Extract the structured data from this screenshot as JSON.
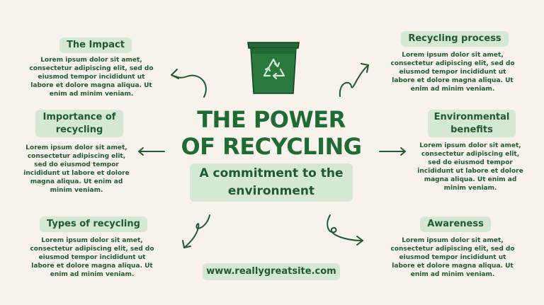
{
  "title_line1": "THE POWER",
  "title_line2": "OF RECYCLING",
  "subtitle": "A commitment to the environment",
  "website": "www.reallygreatsite.com",
  "colors": {
    "background": "#f7f3ec",
    "pill": "#d4e8d4",
    "dark_green": "#1f5a30",
    "title_green": "#1f6b33"
  },
  "icons": {
    "bin": "recycling-bin-icon",
    "arrow": "hand-drawn-arrow-icon"
  },
  "sections": {
    "impact": {
      "heading": "The Impact",
      "text": "Lorem ipsum dolor sit amet, consectetur adipiscing elit, sed do eiusmod tempor incididunt ut labore et dolore magna aliqua. Ut enim ad minim veniam."
    },
    "importance": {
      "heading": "Importance of recycling",
      "text": "Lorem ipsum dolor sit amet, consectetur adipiscing elit, sed do eiusmod tempor incididunt ut labore et dolore magna aliqua. Ut enim ad minim veniam."
    },
    "types": {
      "heading": "Types of recycling",
      "text": "Lorem ipsum dolor sit amet, consectetur adipiscing elit, sed do eiusmod tempor incididunt ut labore et dolore magna aliqua. Ut enim ad minim veniam."
    },
    "process": {
      "heading": "Recycling process",
      "text": "Lorem ipsum dolor sit amet, consectetur adipiscing elit, sed do eiusmod tempor incididunt ut labore et dolore magna aliqua. Ut enim ad minim veniam."
    },
    "benefits": {
      "heading": "Environmental benefits",
      "text": "Lorem ipsum dolor sit amet, consectetur adipiscing elit, sed do eiusmod tempor incididunt ut labore et dolore magna aliqua. Ut enim ad minim veniam."
    },
    "awareness": {
      "heading": "Awareness",
      "text": "Lorem ipsum dolor sit amet, consectetur adipiscing elit, sed do eiusmod tempor incididunt ut labore et dolore magna aliqua. Ut enim ad minim veniam."
    }
  }
}
